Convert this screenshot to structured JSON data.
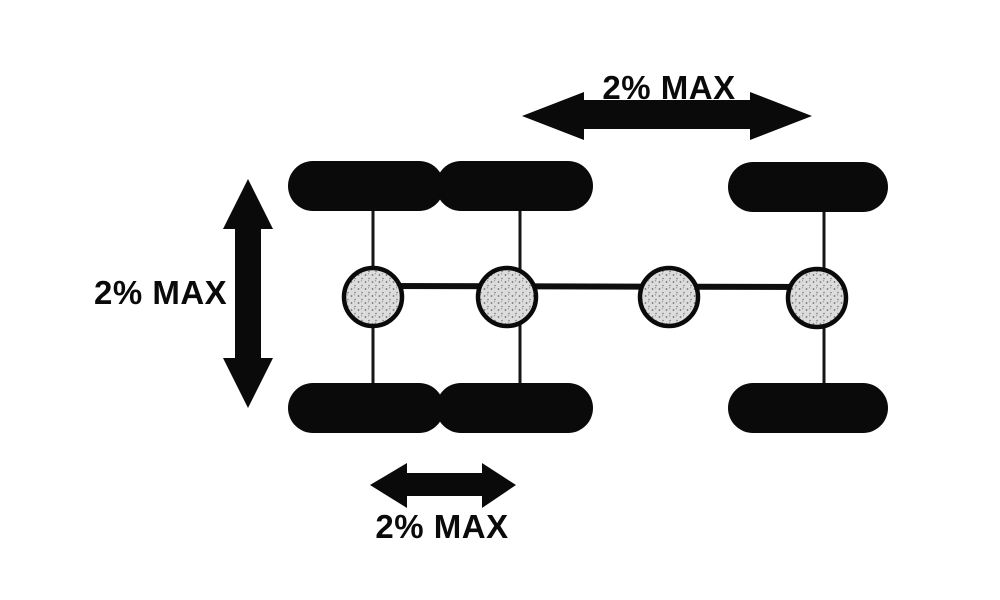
{
  "diagram": {
    "labels": {
      "top_tolerance": "2% MAX",
      "left_tolerance": "2% MAX",
      "bottom_tolerance": "2% MAX"
    },
    "colors": {
      "ink": "#0a0a0a",
      "line": "#161616",
      "hub_fill": "#dcdcdc",
      "hub_speckle": "#6f6f6f",
      "background": "#ffffff"
    },
    "icons": {
      "top_arrow": "double-headed-horizontal-arrow",
      "left_arrow": "double-headed-vertical-arrow",
      "bottom_arrow": "double-headed-horizontal-arrow"
    },
    "schematic": {
      "tire_count": 6,
      "hub_count": 4
    }
  }
}
